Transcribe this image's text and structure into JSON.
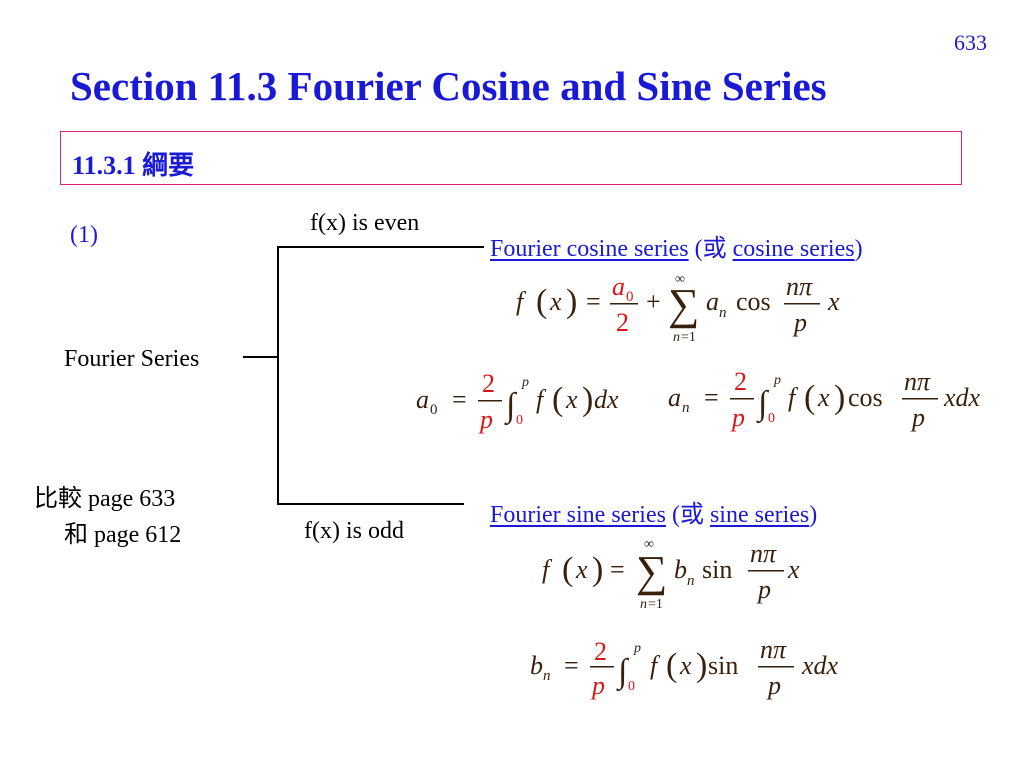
{
  "page_number": "633",
  "title": "Section 11.3  Fourier Cosine and Sine Series",
  "subtitle": "11.3.1  綱要",
  "item_label": "(1)",
  "left_label": "Fourier Series",
  "compare_line1": "比較 page 633",
  "compare_line2": "和 page 612",
  "even_label": "f(x) is even",
  "odd_label": "f(x) is odd",
  "cosine": {
    "link1": "Fourier cosine series",
    "mid": " (或 ",
    "link2": "cosine series",
    "end": ")"
  },
  "sine": {
    "link1": "Fourier sine series",
    "mid": " (或 ",
    "link2": "sine series",
    "end": ")"
  },
  "colors": {
    "title": "#1a1ad6",
    "box_border": "#e0207a",
    "formula": "#3a1f0a",
    "coef": "#d81818"
  }
}
